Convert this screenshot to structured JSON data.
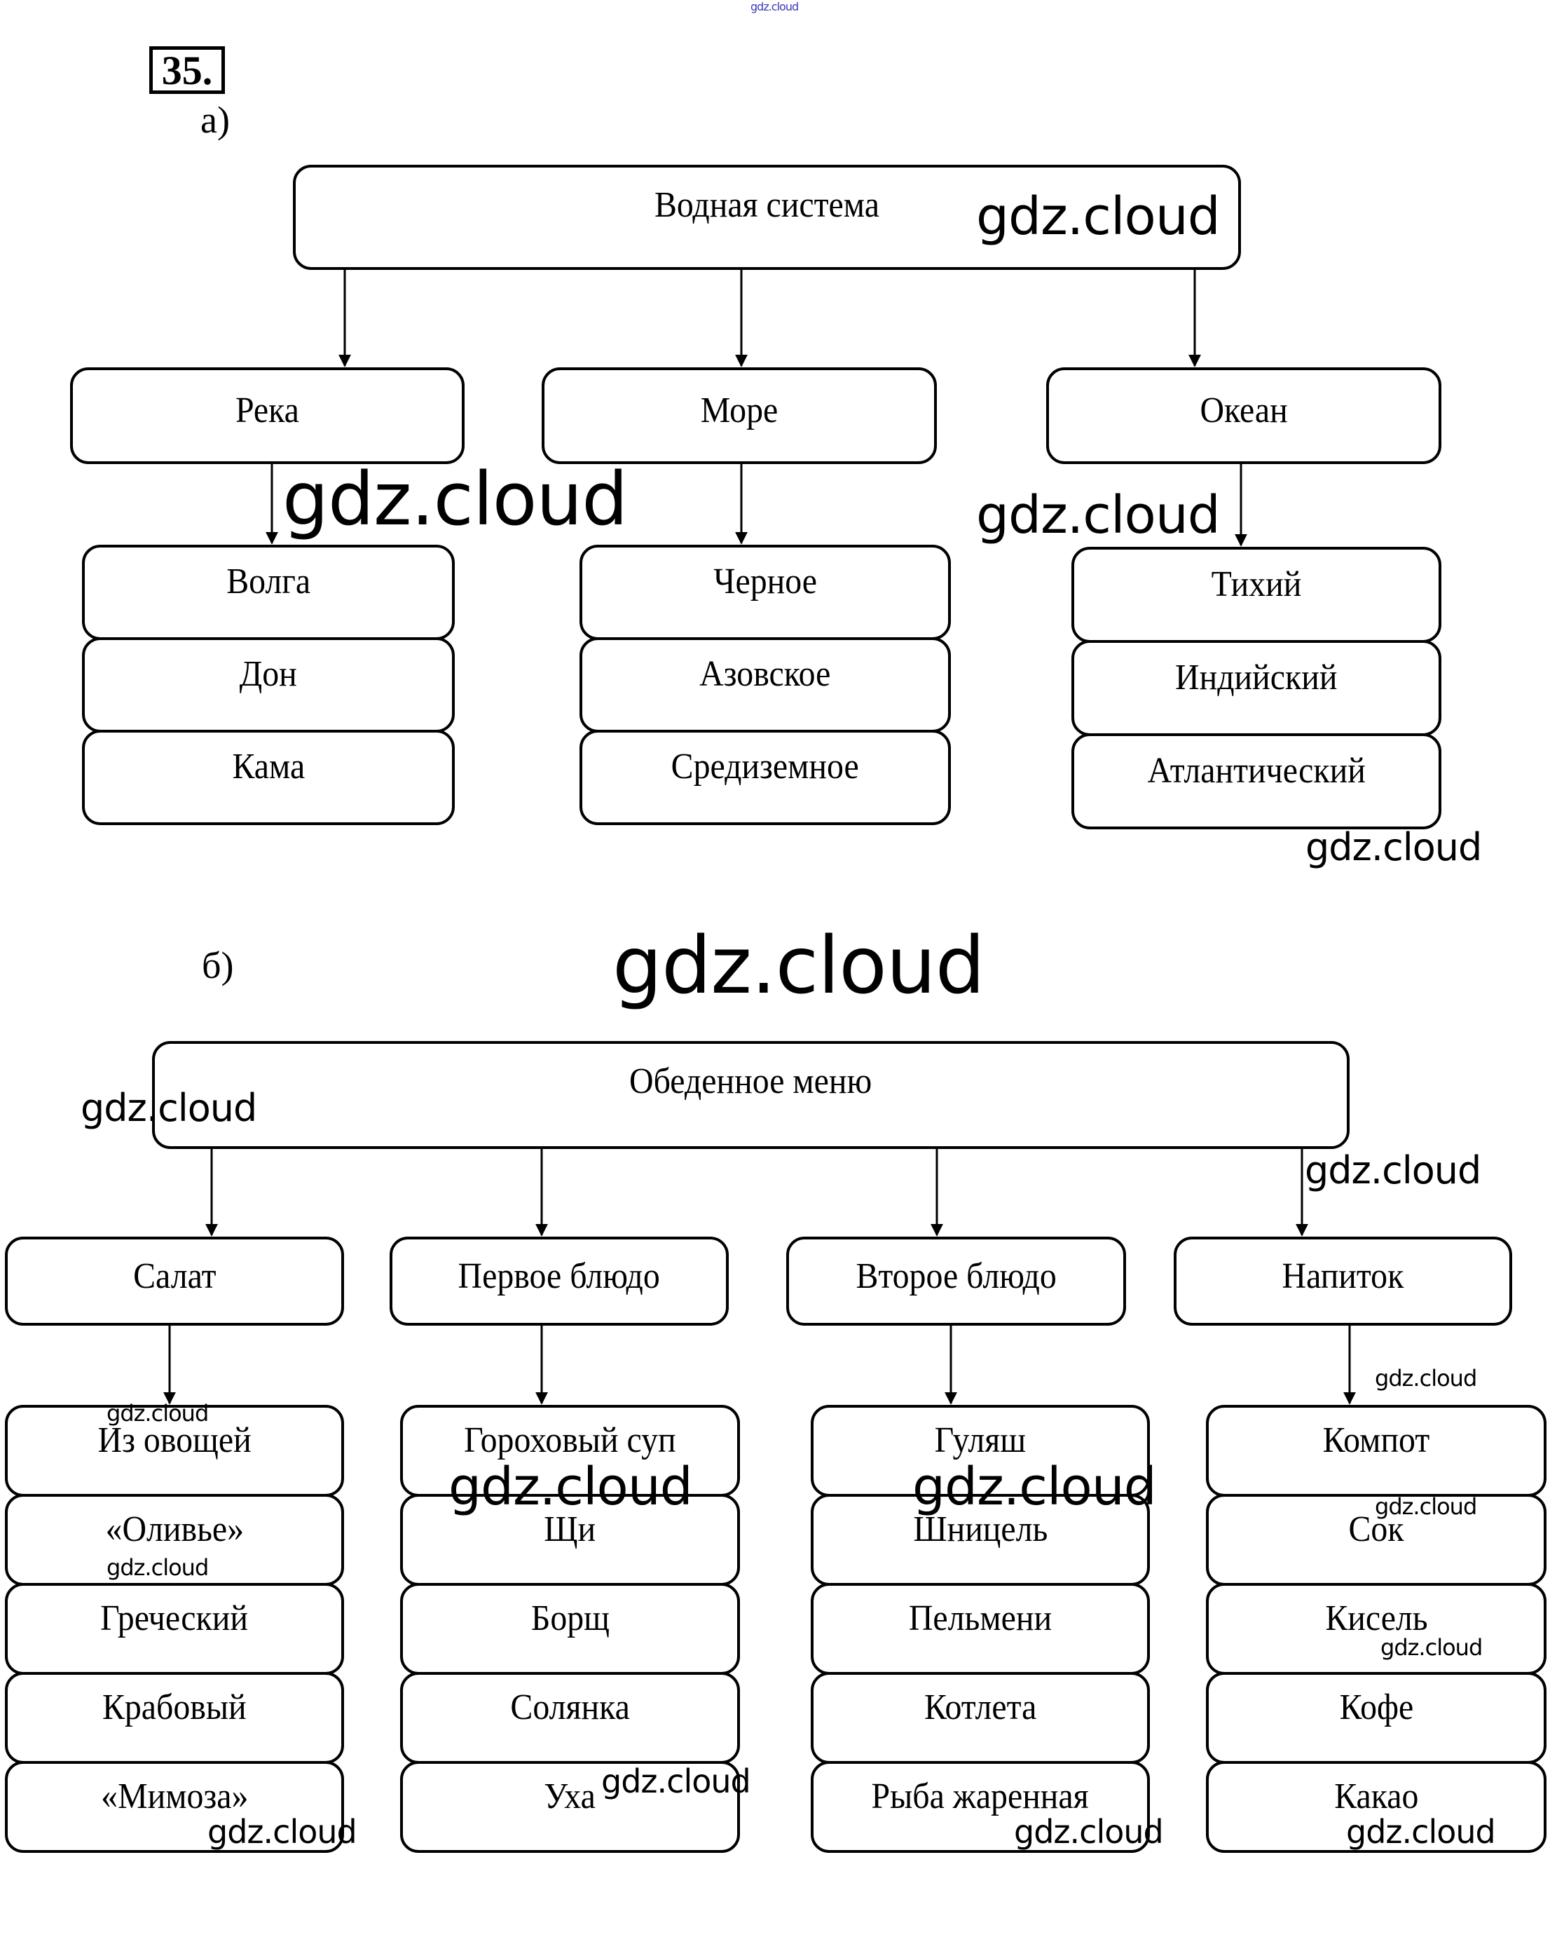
{
  "task_number": "35.",
  "watermark_text": "gdz.cloud",
  "part_a": {
    "label": "а)",
    "root": "Водная система",
    "categories": [
      {
        "label": "Река",
        "items": [
          "Волга",
          "Дон",
          "Кама"
        ]
      },
      {
        "label": "Море",
        "items": [
          "Черное",
          "Азовское",
          "Средиземное"
        ]
      },
      {
        "label": "Океан",
        "items": [
          "Тихий",
          "Индийский",
          "Атлантический"
        ]
      }
    ]
  },
  "part_b": {
    "label": "б)",
    "root": "Обеденное меню",
    "categories": [
      {
        "label": "Салат",
        "items": [
          "Из овощей",
          "«Оливье»",
          "Греческий",
          "Крабовый",
          "«Мимоза»"
        ]
      },
      {
        "label": "Первое блюдо",
        "items": [
          "Гороховый суп",
          "Щи",
          "Борщ",
          "Солянка",
          "Уха"
        ]
      },
      {
        "label": "Второе блюдо",
        "items": [
          "Гуляш",
          "Шницель",
          "Пельмени",
          "Котлета",
          "Рыба жаренная"
        ]
      },
      {
        "label": "Напиток",
        "items": [
          "Компот",
          "Сок",
          "Кисель",
          "Кофе",
          "Какао"
        ]
      }
    ]
  }
}
